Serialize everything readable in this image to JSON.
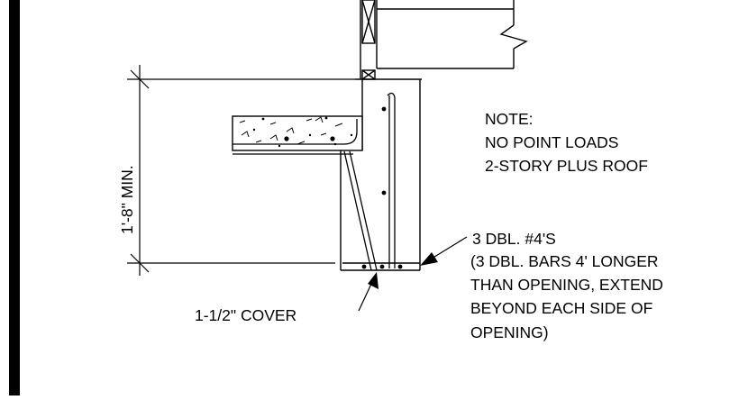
{
  "drawing": {
    "dimension_label": "1'-8\" MIN.",
    "note": {
      "heading": "NOTE:",
      "lines": [
        "NO POINT LOADS",
        "2-STORY PLUS ROOF"
      ]
    },
    "rebar_callout": {
      "lines": [
        "3 DBL. #4'S",
        "(3 DBL. BARS 4' LONGER",
        "THAN OPENING, EXTEND",
        "BEYOND EACH SIDE OF",
        "OPENING)"
      ]
    },
    "cover_callout": "1-1/2\" COVER"
  }
}
